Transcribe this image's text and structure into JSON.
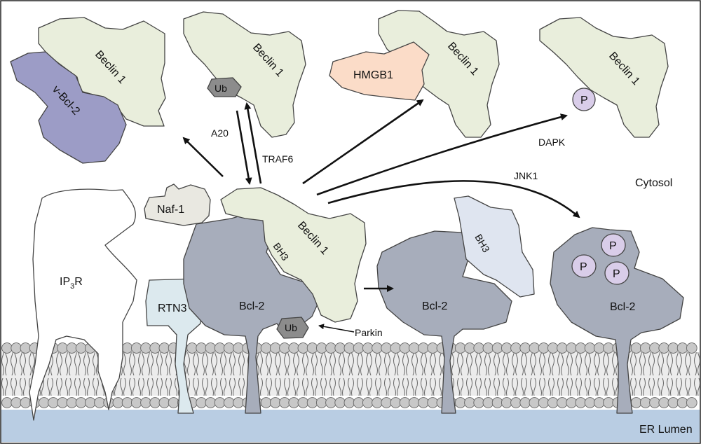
{
  "labels": {
    "beclin1": "Beclin 1",
    "vbcl2": "v-Bcl-2",
    "ub": "Ub",
    "a20": "A20",
    "traf6": "TRAF6",
    "hmgb1": "HMGB1",
    "p": "P",
    "dapk": "DAPK",
    "jnk1": "JNK1",
    "cytosol": "Cytosol",
    "naf1": "Naf-1",
    "ip3r_main": "IP",
    "ip3r_sub": "3",
    "ip3r_end": "R",
    "rtn3": "RTN3",
    "bcl2": "Bcl-2",
    "bh3": "BH3",
    "parkin": "Parkin",
    "er_lumen": "ER Lumen"
  },
  "colors": {
    "beclin": "#e9eedc",
    "bcl2": "#a7adbb",
    "vbcl2": "#9c9cc6",
    "hmgb1": "#fbdcc8",
    "phospho": "#d9cde9",
    "ub": "#8c8c8c",
    "rtn3": "#dce9ee",
    "naf1": "#e9e8e1",
    "bh3_fragment": "#dfe5f0",
    "membrane_head": "#c8c8c8",
    "er_lumen": "#b9cde3"
  }
}
